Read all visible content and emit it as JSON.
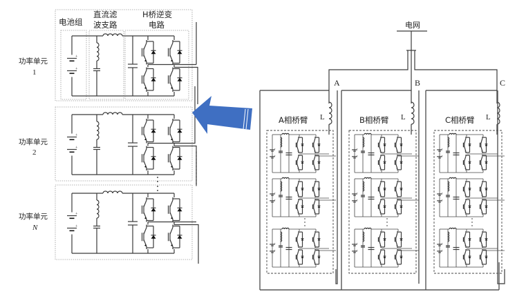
{
  "left_panel": {
    "headers": {
      "battery": "电池组",
      "dc_filter_line1": "直流滤",
      "dc_filter_line2": "波支路",
      "h_bridge_line1": "H桥逆变",
      "h_bridge_line2": "电路"
    },
    "units": [
      {
        "label": "功率单元",
        "index": "1"
      },
      {
        "label": "功率单元",
        "index": "2"
      },
      {
        "label": "功率单元",
        "index": "N"
      }
    ],
    "ellipsis": "⋮"
  },
  "arrow": {
    "direction": "left",
    "color": "#3f6fc2"
  },
  "right_panel": {
    "grid_label": "电网",
    "phases": [
      {
        "terminal": "A",
        "arm_label": "A相桥臂",
        "inductor": "L"
      },
      {
        "terminal": "B",
        "arm_label": "B相桥臂",
        "inductor": "L"
      },
      {
        "terminal": "C",
        "arm_label": "C相桥臂",
        "inductor": "L"
      }
    ],
    "cells_per_arm_shown": 3
  }
}
